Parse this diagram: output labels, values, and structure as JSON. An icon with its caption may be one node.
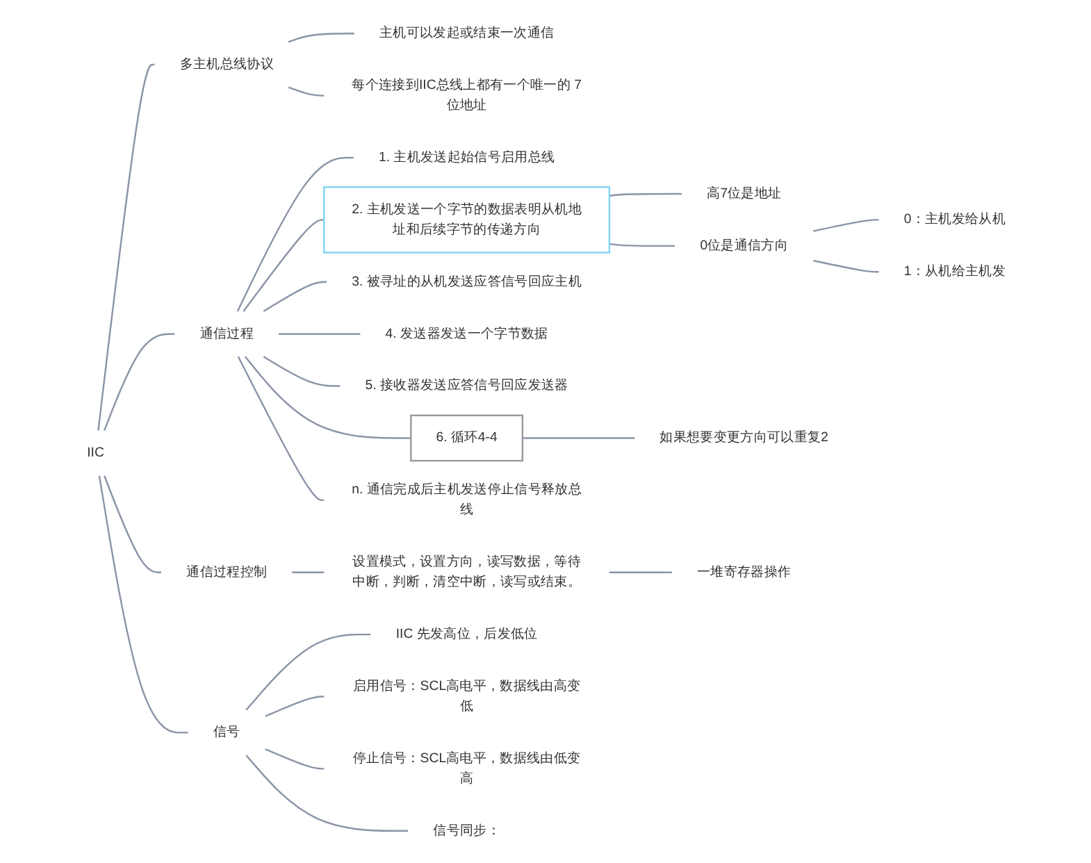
{
  "diagram": {
    "nodes": [
      {
        "text": [
          "IIC"
        ]
      },
      {
        "text": [
          "多主机总线协议"
        ]
      },
      {
        "text": [
          "主机可以发起或结束一次通信"
        ]
      },
      {
        "text": [
          "每个连接到IIC总线上都有一个唯一的 7位地址"
        ]
      },
      {
        "text": [
          "通信过程"
        ]
      },
      {
        "text": [
          "1. 主机发送起始信号启用总线"
        ]
      },
      {
        "text": [
          "2. 主机发送一个字节的数据表明从机地址和后续字节的传递方向"
        ]
      },
      {
        "text": [
          "高7位是地址"
        ]
      },
      {
        "text": [
          "0位是通信方向"
        ]
      },
      {
        "text": [
          "0：主机发给从机"
        ]
      },
      {
        "text": [
          "1：从机给主机发"
        ]
      },
      {
        "text": [
          "3. 被寻址的从机发送应答信号回应主机"
        ]
      },
      {
        "text": [
          "4. 发送器发送一个字节数据"
        ]
      },
      {
        "text": [
          "5. 接收器发送应答信号回应发送器"
        ]
      },
      {
        "text": [
          "6. 循环4-4"
        ]
      },
      {
        "text": [
          "如果想要变更方向可以重复2"
        ]
      },
      {
        "text": [
          "n. 通信完成后主机发送停止信号释放总线"
        ]
      },
      {
        "text": [
          "通信过程控制"
        ]
      },
      {
        "text": [
          "设置模式，设置方向，读写数据，等待中断，判断，清空中断，读写或结束。"
        ]
      },
      {
        "text": [
          "一堆寄存器操作"
        ]
      },
      {
        "text": [
          "信号"
        ]
      },
      {
        "text": [
          "IIC 先发高位，后发低位"
        ]
      },
      {
        "text": [
          "启用信号：SCL高电平，数据线由高变低"
        ]
      },
      {
        "text": [
          "停止信号：SCL高电平，数据线由低变高"
        ]
      },
      {
        "text": [
          "信号同步："
        ]
      }
    ],
    "edges": [
      {
        "from": 0,
        "to": 1,
        "arrow": "none"
      },
      {
        "from": 1,
        "to": 2,
        "arrow": "none"
      },
      {
        "from": 1,
        "to": 3,
        "arrow": "none"
      },
      {
        "from": 0,
        "to": 4,
        "arrow": "none"
      },
      {
        "from": 4,
        "to": 5,
        "arrow": "none"
      },
      {
        "from": 4,
        "to": 6,
        "arrow": "none"
      },
      {
        "from": 6,
        "to": 7,
        "arrow": "none"
      },
      {
        "from": 6,
        "to": 8,
        "arrow": "none"
      },
      {
        "from": 8,
        "to": 9,
        "arrow": "none"
      },
      {
        "from": 8,
        "to": 10,
        "arrow": "none"
      },
      {
        "from": 4,
        "to": 11,
        "arrow": "none"
      },
      {
        "from": 4,
        "to": 12,
        "arrow": "none"
      },
      {
        "from": 4,
        "to": 13,
        "arrow": "none"
      },
      {
        "from": 4,
        "to": 14,
        "arrow": "none"
      },
      {
        "from": 14,
        "to": 15,
        "arrow": "none"
      },
      {
        "from": 4,
        "to": 16,
        "arrow": "none"
      },
      {
        "from": 0,
        "to": 17,
        "arrow": "none"
      },
      {
        "from": 17,
        "to": 18,
        "arrow": "none"
      },
      {
        "from": 18,
        "to": 19,
        "arrow": "none"
      },
      {
        "from": 0,
        "to": 20,
        "arrow": "none"
      },
      {
        "from": 20,
        "to": 21,
        "arrow": "none"
      },
      {
        "from": 20,
        "to": 22,
        "arrow": "none"
      },
      {
        "from": 20,
        "to": 23,
        "arrow": "none"
      },
      {
        "from": 20,
        "to": 24,
        "arrow": "none"
      }
    ]
  }
}
